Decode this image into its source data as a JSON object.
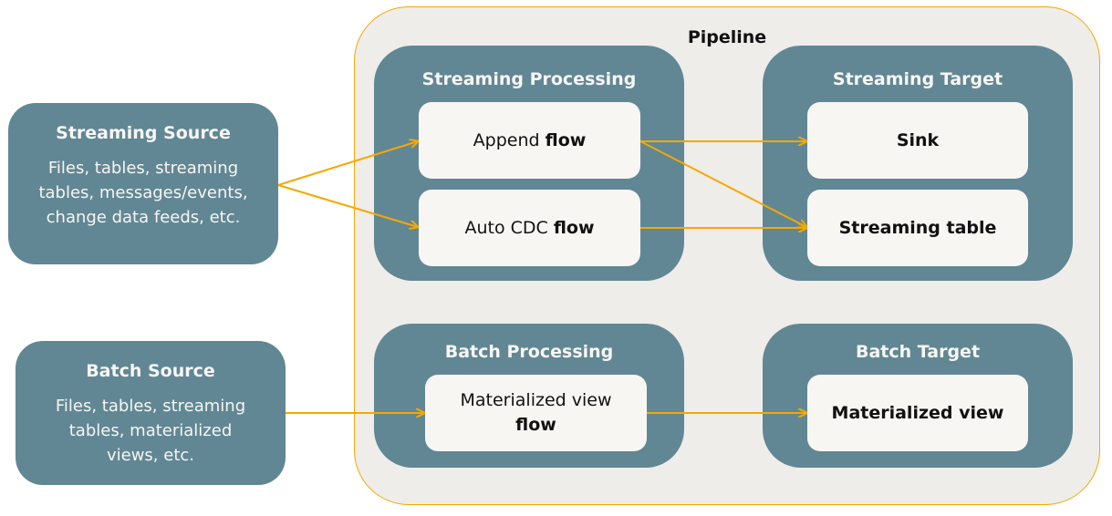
{
  "colors": {
    "node": "#618794",
    "inner": "#F7F6F3",
    "pipeline_bg": "#EEEDE9",
    "arrow": "#F5A800"
  },
  "pipeline": {
    "title": "Pipeline"
  },
  "sources": {
    "streaming": {
      "title": "Streaming Source",
      "desc": "Files, tables, streaming tables, messages/events, change data feeds, etc."
    },
    "batch": {
      "title": "Batch Source",
      "desc": "Files, tables, streaming tables, materialized views, etc."
    }
  },
  "streaming_processing": {
    "title": "Streaming Processing",
    "append": {
      "a": "Append",
      "b": "flow"
    },
    "cdc": {
      "a": "Auto CDC",
      "b": "flow"
    }
  },
  "streaming_target": {
    "title": "Streaming Target",
    "sink": "Sink",
    "table": "Streaming table"
  },
  "batch_processing": {
    "title": "Batch Processing",
    "mv": {
      "a": "Materialized view",
      "b": "flow"
    }
  },
  "batch_target": {
    "title": "Batch Target",
    "mv": "Materialized view"
  }
}
